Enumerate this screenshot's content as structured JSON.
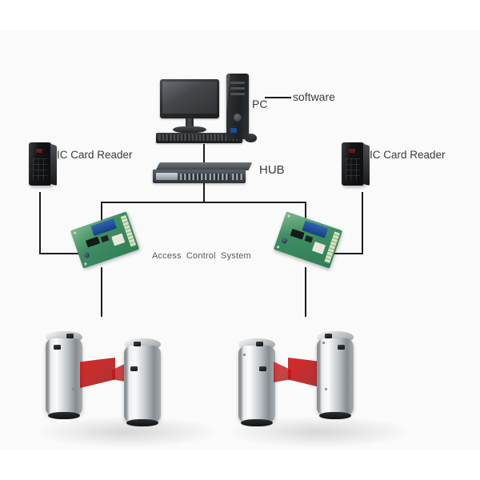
{
  "diagram": {
    "title": "Access Control System",
    "background_color": "#fafafa",
    "line_color": "#1d1d1d",
    "labels": {
      "pc": "PC",
      "software": "software",
      "hub": "HUB",
      "reader_left": "IC Card Reader",
      "reader_right": "IC Card Reader",
      "system": "Access Control System"
    },
    "nodes": [
      {
        "name": "pc",
        "label": "PC",
        "type": "computer"
      },
      {
        "name": "software",
        "label": "software",
        "type": "annotation"
      },
      {
        "name": "hub",
        "label": "HUB",
        "type": "network-switch",
        "ports": 24
      },
      {
        "name": "ic-card-reader-left",
        "label": "IC Card Reader",
        "type": "card-reader"
      },
      {
        "name": "ic-card-reader-right",
        "label": "IC Card Reader",
        "type": "card-reader"
      },
      {
        "name": "controller-board-left",
        "label": "",
        "type": "control-board"
      },
      {
        "name": "controller-board-right",
        "label": "",
        "type": "control-board"
      },
      {
        "name": "turnstile-left",
        "label": "",
        "type": "flap-barrier"
      },
      {
        "name": "turnstile-right",
        "label": "",
        "type": "flap-barrier"
      }
    ],
    "colors": {
      "flap_red": "#d61616",
      "board_green": "#3f8f63",
      "board_blue": "#2f63b5",
      "metal": "#c3c8cb",
      "device_dark": "#141517"
    }
  }
}
